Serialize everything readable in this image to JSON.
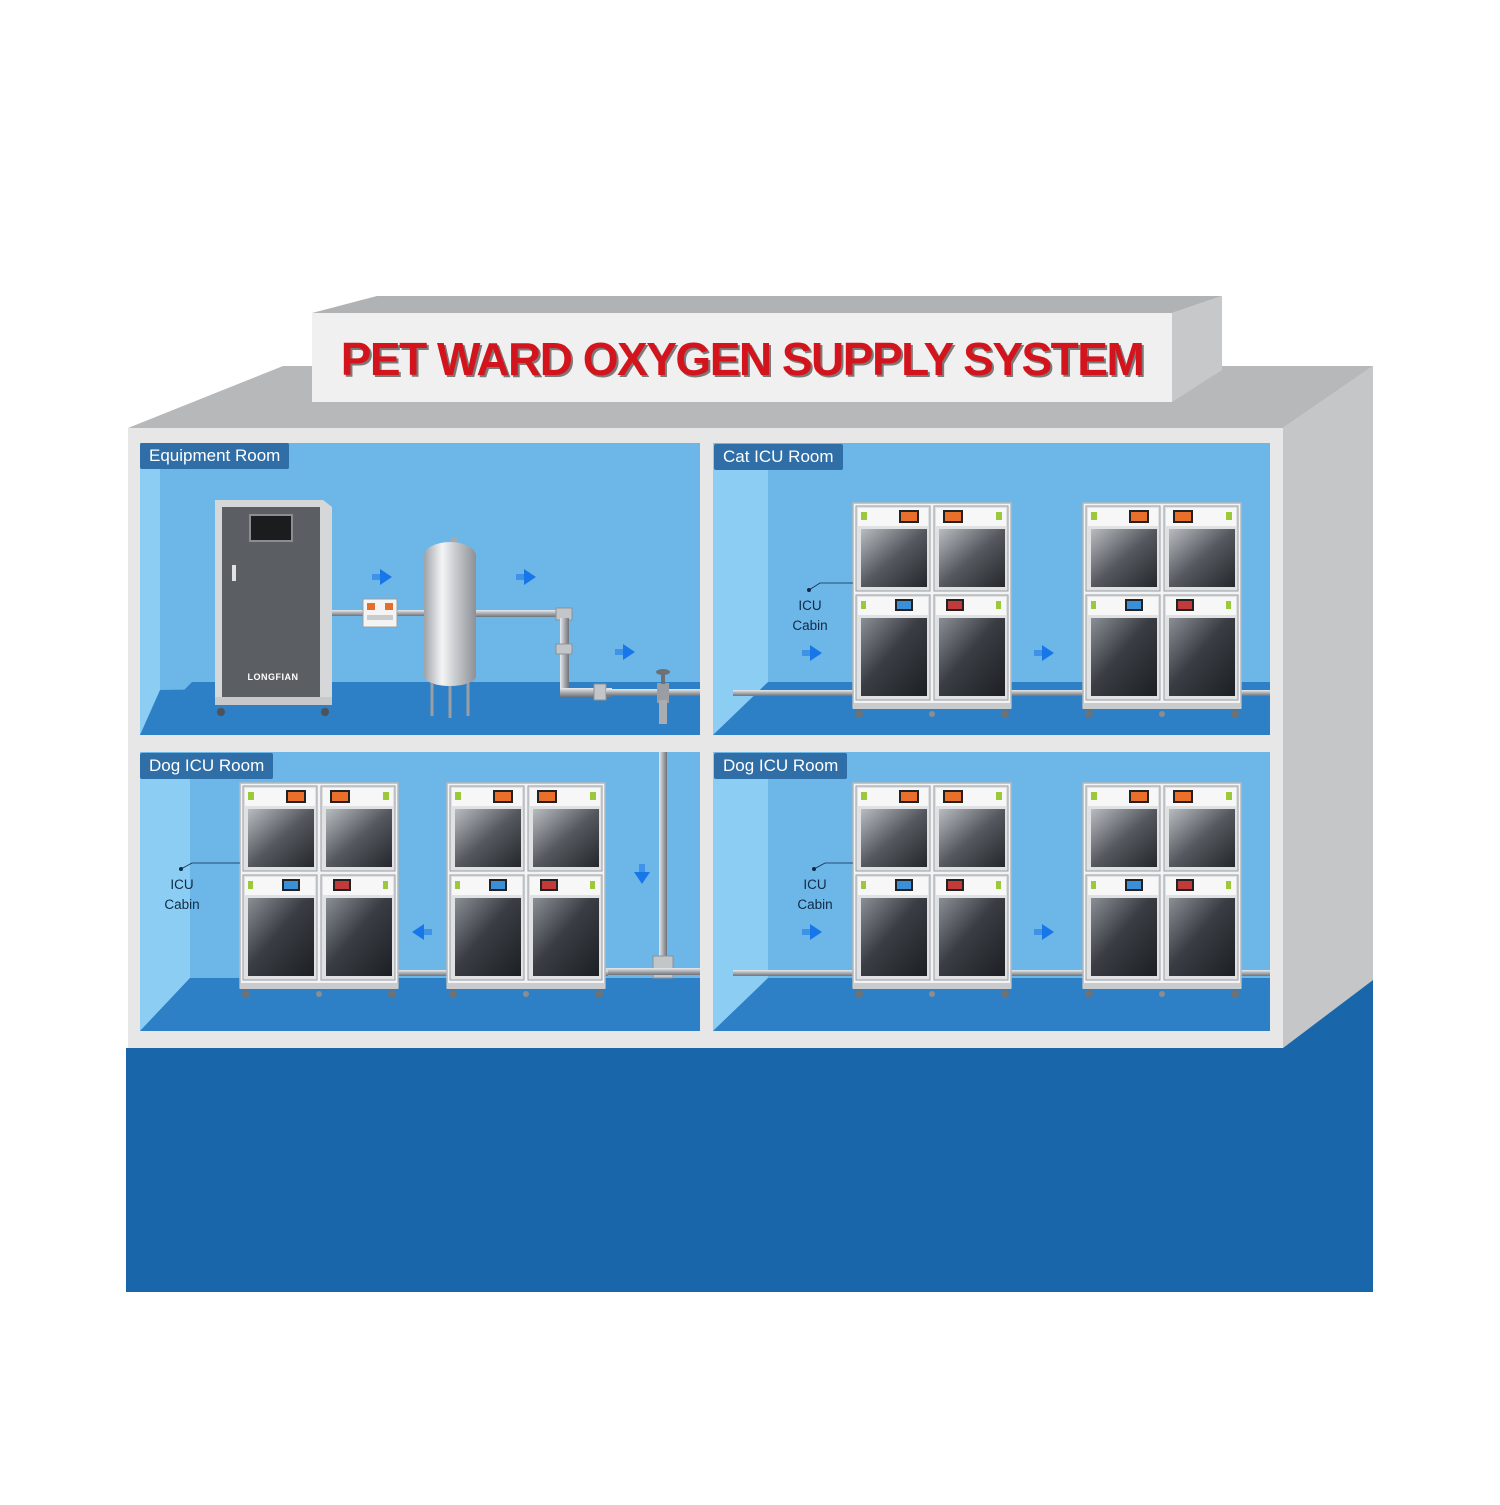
{
  "title": "PET WARD OXYGEN SUPPLY SYSTEM",
  "rooms": [
    {
      "label": "Equipment Room"
    },
    {
      "label": "Cat ICU Room",
      "cabin_label": [
        "ICU",
        "Cabin"
      ]
    },
    {
      "label": "Dog ICU Room",
      "cabin_label": [
        "ICU",
        "Cabin"
      ]
    },
    {
      "label": "Dog ICU Room",
      "cabin_label": [
        "ICU",
        "Cabin"
      ]
    }
  ],
  "equipment": {
    "generator_brand": "LONGFIAN"
  },
  "colors": {
    "wall_light": "#8ccdf3",
    "wall_mid": "#6db6e8",
    "floor": "#2d80c6",
    "base": "#1a66aa",
    "frame": "#e7e7e7",
    "frame_side": "#c4c5c7",
    "label_bg": "#2f6ea6",
    "title_red": "#d4141c",
    "arrow": "#1877e8"
  }
}
